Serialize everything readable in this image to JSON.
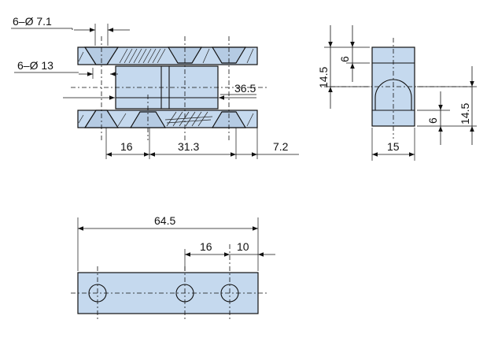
{
  "dimensions": {
    "hole_small": "6–Ø 7.1",
    "hole_large": "6–Ø 13",
    "depth": "36.5",
    "dim_16a": "16",
    "dim_31_3": "31.3",
    "dim_7_2": "7.2",
    "side_14_5_top": "14.5",
    "side_6_top": "6",
    "side_14_5_right": "14.5",
    "side_6_right": "6",
    "side_15": "15",
    "plan_64_5": "64.5",
    "plan_16": "16",
    "plan_10": "10"
  },
  "colors": {
    "part_fill": "#c5d9ee",
    "line": "#111111"
  }
}
